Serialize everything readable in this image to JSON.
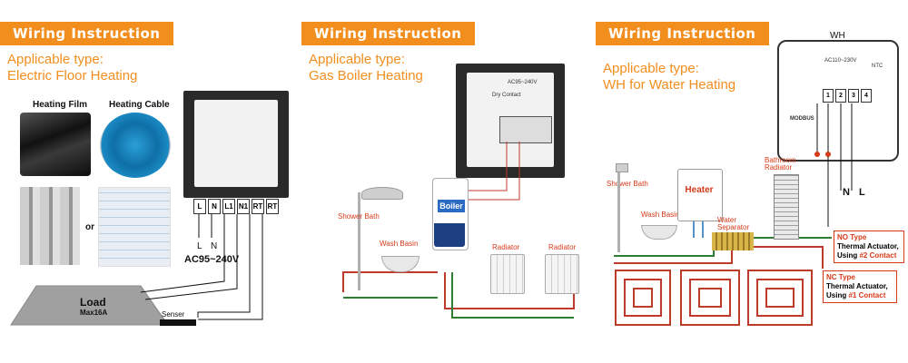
{
  "panel1": {
    "banner": "Wiring Instruction",
    "applicable": "Applicable type:",
    "type": "Electric Floor Heating",
    "heating_film": "Heating Film",
    "heating_cable": "Heating Cable",
    "or_label": "or",
    "terminals": [
      "L",
      "N",
      "L1",
      "N1",
      "RT",
      "RT"
    ],
    "l_label": "L",
    "n_label": "N",
    "voltage": "AC95~240V",
    "load": "Load",
    "load_max": "Max16A",
    "senser": "Senser"
  },
  "panel2": {
    "banner": "Wiring Instruction",
    "applicable": "Applicable type:",
    "type": "Gas Boiler Heating",
    "shower": "Shower Bath",
    "wash_basin": "Wash Basin",
    "boiler": "Boiler",
    "radiator1": "Radiator",
    "radiator2": "Radiator",
    "device_voltage": "AC95~240V",
    "dry_contact": "Dry Contact"
  },
  "panel3": {
    "banner": "Wiring Instruction",
    "applicable": "Applicable type:",
    "type": "WH for Water Heating",
    "wh_label": "WH",
    "device_voltage": "AC110~230V",
    "ntc": "NTC",
    "modbus": "MODBUS",
    "terminals": [
      "1",
      "2",
      "3",
      "4"
    ],
    "shower": "Shower Bath",
    "wash_basin": "Wash Basin",
    "heater": "Heater",
    "water_sep_1": "Water",
    "water_sep_2": "Separator",
    "bath_rad_1": "Bathroom",
    "bath_rad_2": "Radiator",
    "n_label": "N",
    "l_label": "L",
    "no_type": "NO Type",
    "no_actuator": "Thermal Actuator,",
    "no_using_prefix": "Using ",
    "no_contact": "#2 Contact",
    "nc_type": "NC Type",
    "nc_actuator": "Thermal Actuator,",
    "nc_using_prefix": "Using ",
    "nc_contact": "#1 Contact"
  },
  "colors": {
    "accent": "#f28e1e",
    "red_label": "#d63a1a",
    "pipe_red": "#c0392b",
    "pipe_green": "#2e7d32"
  }
}
